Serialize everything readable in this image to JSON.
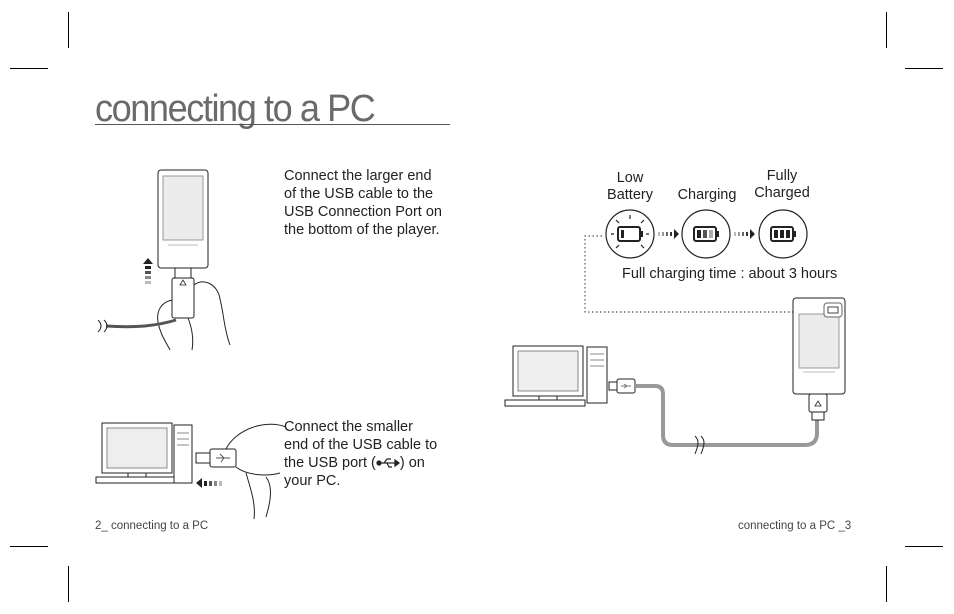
{
  "page": {
    "title": "connecting to a PC",
    "footer_left": "2_ connecting to a PC",
    "footer_right": "connecting to a PC _3"
  },
  "steps": [
    {
      "text_lines": [
        "Connect the larger end",
        "of the USB cable to the",
        "USB Connection Port on",
        "the bottom of the player."
      ]
    },
    {
      "text_lines": [
        "Connect the smaller",
        "end of the USB cable to",
        "the USB port (",
        ") on",
        "your PC."
      ],
      "icon": "usb-symbol-icon"
    }
  ],
  "charging": {
    "states": [
      {
        "label_lines": [
          "Low",
          "Battery"
        ],
        "icon": "battery-low-icon"
      },
      {
        "label_lines": [
          "",
          "Charging"
        ],
        "icon": "battery-charging-icon"
      },
      {
        "label_lines": [
          "Fully",
          "Charged"
        ],
        "icon": "battery-full-icon"
      }
    ],
    "note": "Full charging time : about 3 hours"
  }
}
